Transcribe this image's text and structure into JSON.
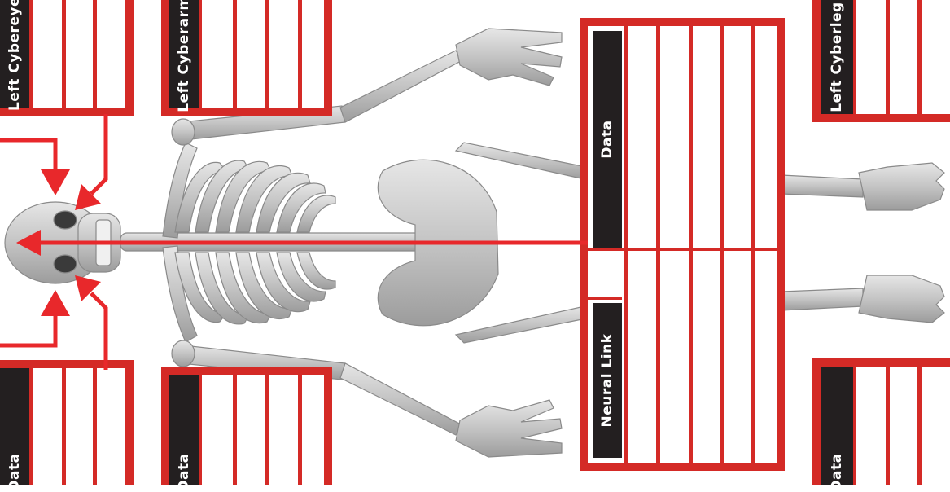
{
  "panels": {
    "left_cybereye": {
      "label": "Left Cybereye"
    },
    "left_cyberarm": {
      "label": "Left Cyberarm"
    },
    "left_cyberleg": {
      "label": "Left Cyberleg"
    },
    "right_eye_data": {
      "label": "Data"
    },
    "right_arm_data": {
      "label": "Data"
    },
    "right_leg_data": {
      "label": "Data"
    },
    "neural_link": {
      "label": "Neural Link",
      "data_label": "Data"
    }
  },
  "colors": {
    "frame": "#d42a26",
    "header": "#231f20",
    "bone": "#c9c9c9",
    "bone_outline": "#8a8a8a",
    "arrow": "#e8282b"
  },
  "icons": [
    "skeleton-illustration",
    "arrow-icon"
  ]
}
